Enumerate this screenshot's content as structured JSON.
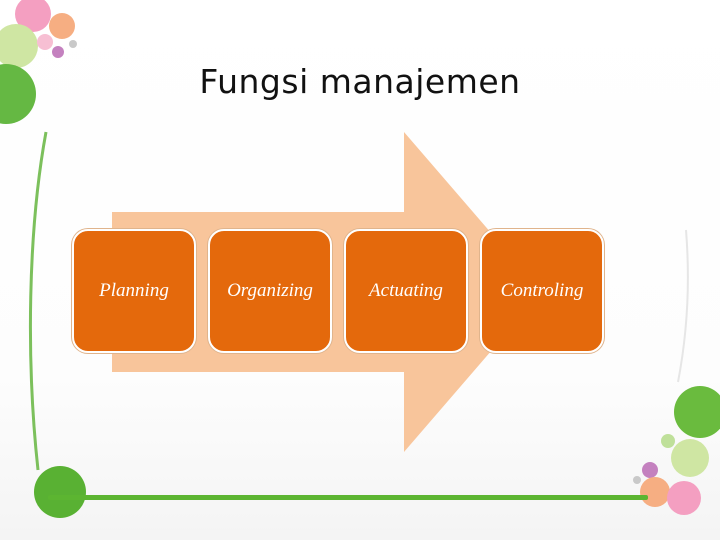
{
  "slide": {
    "title": "Fungsi manajemen"
  },
  "steps": [
    {
      "label": "Planning"
    },
    {
      "label": "Organizing"
    },
    {
      "label": "Actuating"
    },
    {
      "label": "Controling"
    }
  ],
  "colors": {
    "step_fill": "#e4690c",
    "arrow_fill": "#f8c59b",
    "accent_green": "#5cb531",
    "accent_pink": "#f4a0be",
    "accent_lightgreen": "#c8e39a",
    "accent_purple": "#c77fc0",
    "accent_peach": "#f7b48a"
  }
}
